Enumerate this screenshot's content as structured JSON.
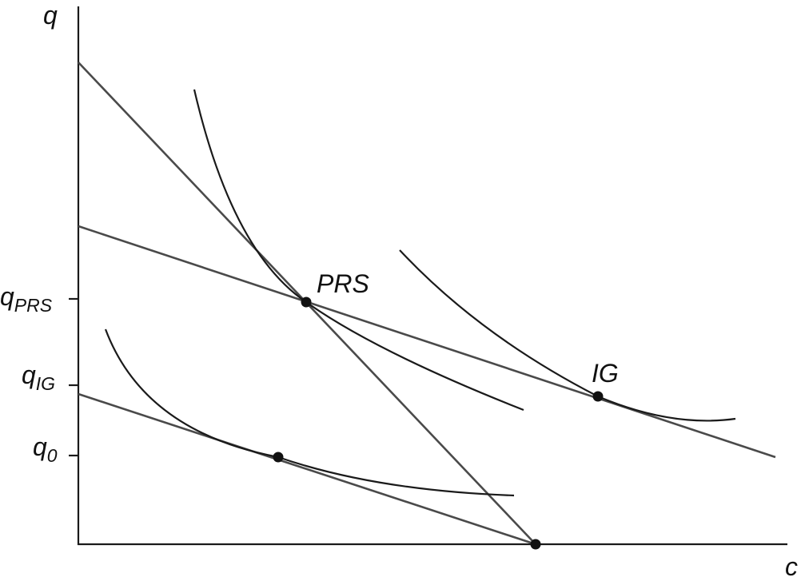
{
  "axes": {
    "y_label": "q",
    "x_label": "c"
  },
  "ticks": [
    {
      "main": "q",
      "sub": "PRS"
    },
    {
      "main": "q",
      "sub": "IG"
    },
    {
      "main": "q",
      "sub": "0"
    }
  ],
  "points": [
    {
      "label": "PRS"
    },
    {
      "label": "IG"
    },
    {
      "label": ""
    },
    {
      "label": ""
    }
  ]
}
